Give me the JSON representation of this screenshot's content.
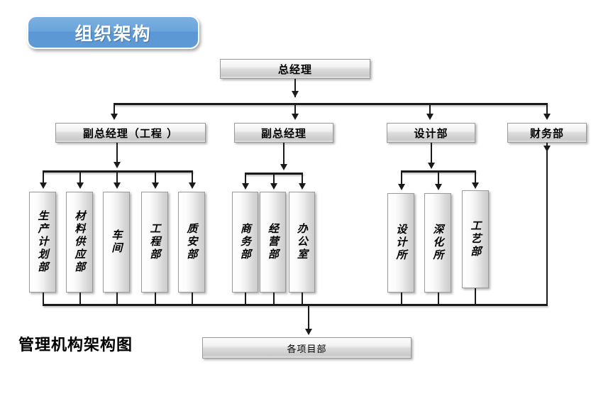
{
  "title_badge": {
    "label": "组织架构"
  },
  "caption": {
    "label": "管理机构架构图"
  },
  "chart_data": {
    "type": "diagram",
    "title": "组织架构",
    "subtitle": "管理机构架构图",
    "root": {
      "label": "总经理"
    },
    "level2": [
      {
        "label": "副总经理（工程 ）"
      },
      {
        "label": "副总经理"
      },
      {
        "label": "设计部"
      },
      {
        "label": "财务部"
      }
    ],
    "groups": [
      {
        "parent": "副总经理（工程 ）",
        "children": [
          "生产计划部",
          "材料供应部",
          "车间",
          "工程部",
          "质安部"
        ]
      },
      {
        "parent": "副总经理",
        "children": [
          "商务部",
          "经营部",
          "办公室"
        ]
      },
      {
        "parent": "设计部",
        "children": [
          "设计所",
          "深化所",
          "工艺部"
        ]
      }
    ],
    "footer_node": {
      "label": "各项目部"
    }
  },
  "nodes": {
    "root": "总经理",
    "l2_0": "副总经理（工程 ）",
    "l2_1": "副总经理",
    "l2_2": "设计部",
    "l2_3": "财务部",
    "g1_0": "生产计划部",
    "g1_1": "材料供应部",
    "g1_2": "车间",
    "g1_3": "工程部",
    "g1_4": "质安部",
    "g2_0": "商务部",
    "g2_1": "经营部",
    "g2_2": "办公室",
    "g3_0": "设计所",
    "g3_1": "深化所",
    "g3_2": "工艺部",
    "footer": "各项目部"
  },
  "colors": {
    "badge_blue": "#5B9BD5",
    "box_gray": "#DCDCDC",
    "line_black": "#1A1A1A"
  }
}
